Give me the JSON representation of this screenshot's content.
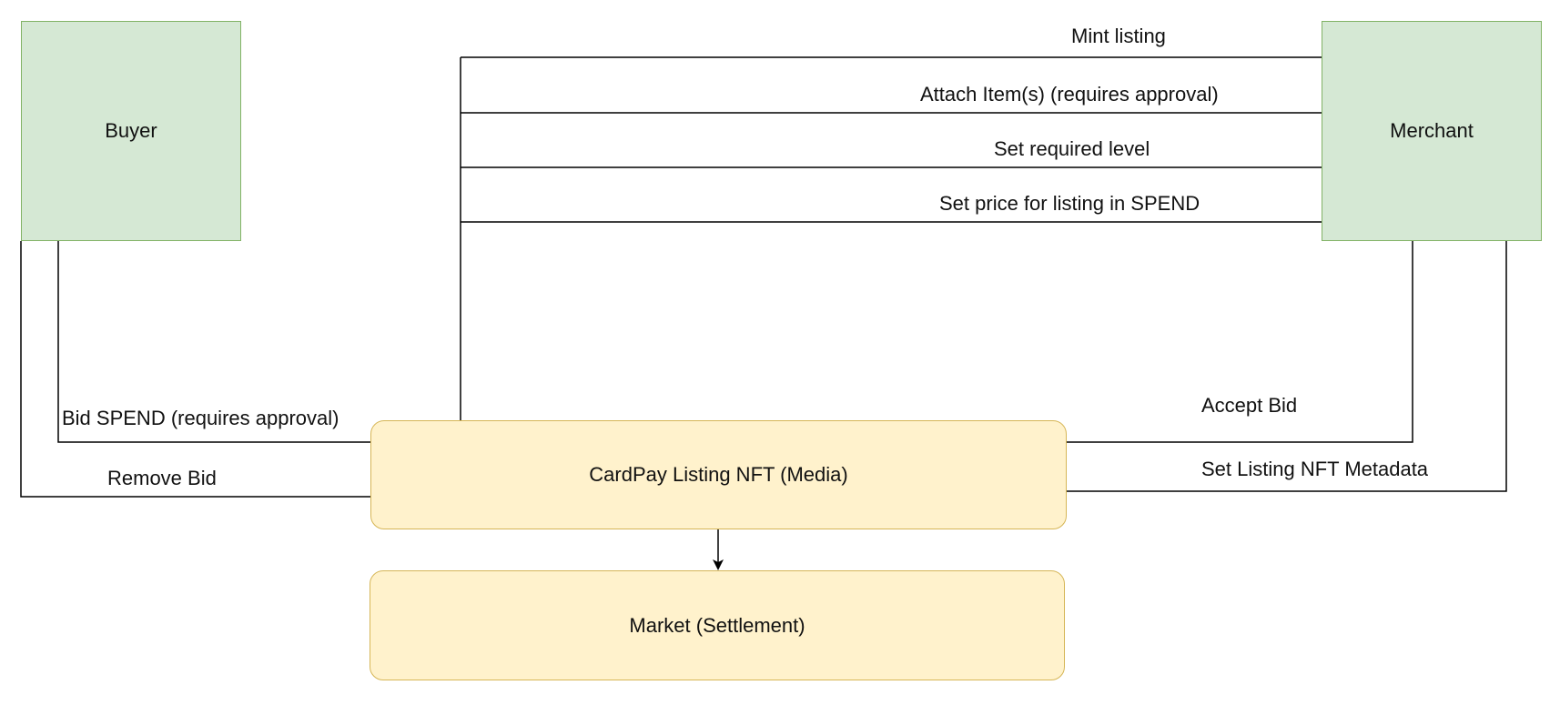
{
  "nodes": {
    "buyer": "Buyer",
    "merchant": "Merchant",
    "listing": "CardPay Listing NFT (Media)",
    "market": "Market (Settlement)"
  },
  "edges": {
    "mint_listing": "Mint listing",
    "attach_items": "Attach Item(s) (requires approval)",
    "set_required_level": "Set required level",
    "set_price": "Set price for listing in SPEND",
    "bid_spend": "Bid SPEND (requires approval)",
    "remove_bid": "Remove Bid",
    "accept_bid": "Accept Bid",
    "set_metadata": "Set Listing NFT Metadata"
  },
  "colors": {
    "actor_fill": "#d5e8d4",
    "actor_stroke": "#82b366",
    "process_fill": "#fff2cc",
    "process_stroke": "#d6b656",
    "line": "#000000"
  }
}
